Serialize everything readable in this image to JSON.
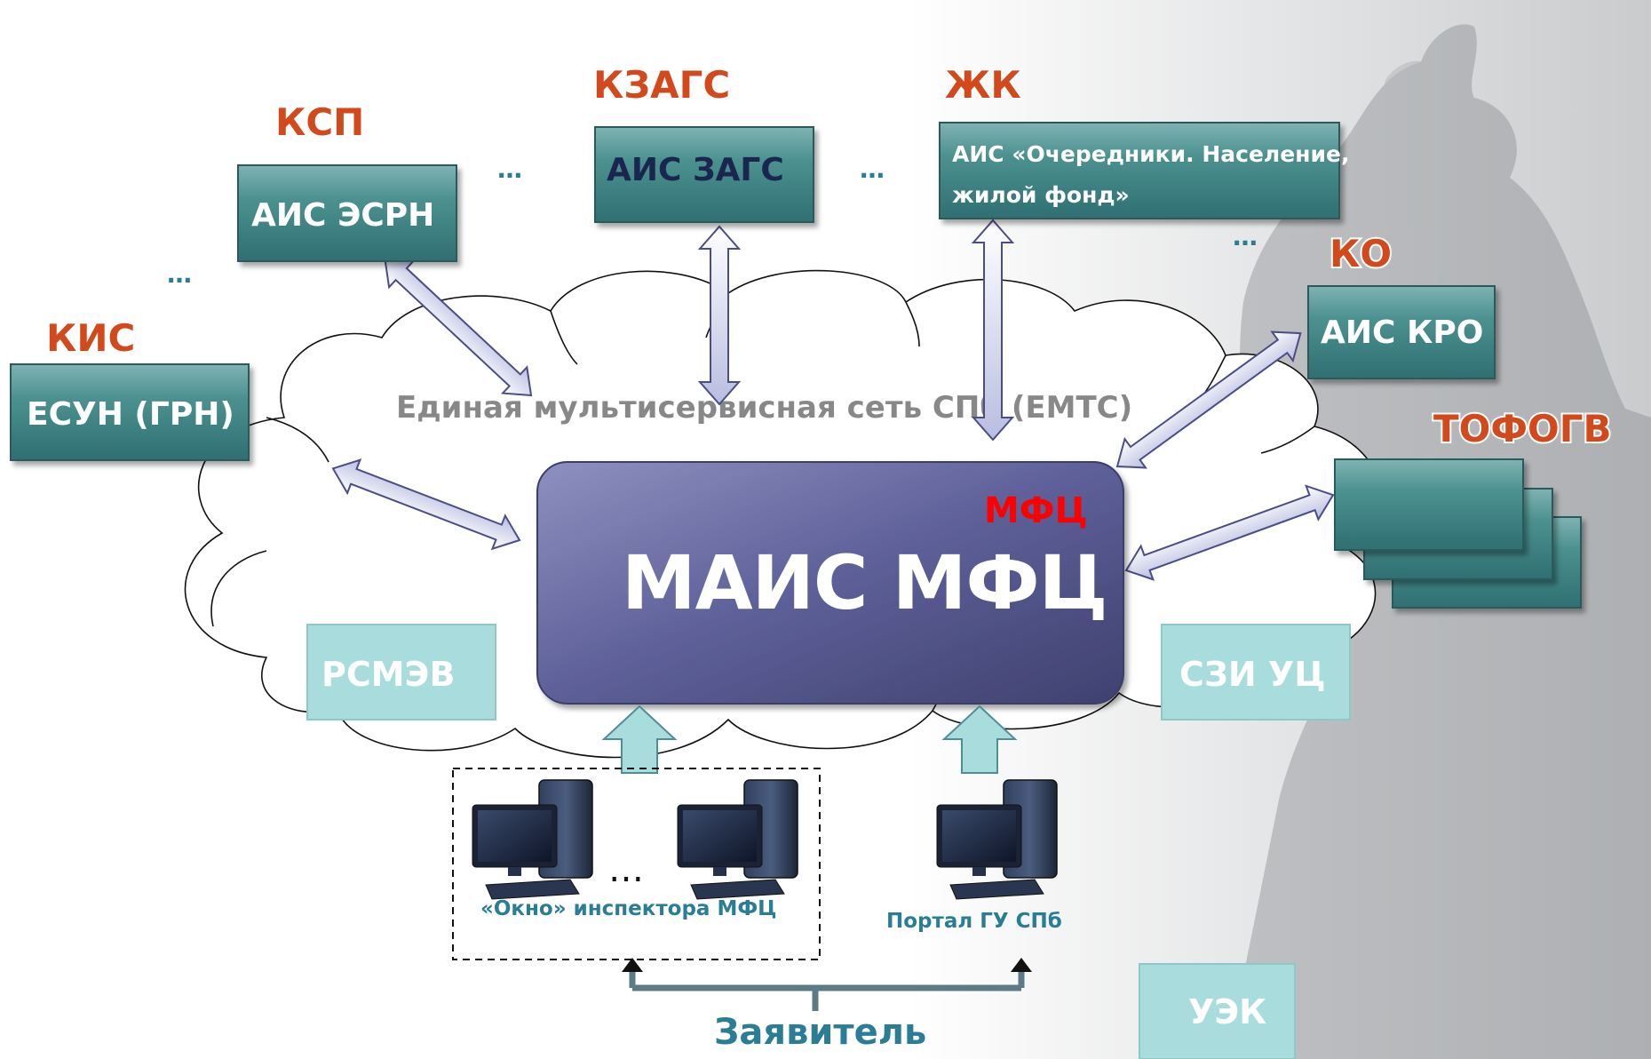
{
  "cloud": {
    "title": "Единая мультисервисная сеть СПб (ЕМТС)"
  },
  "center": {
    "title": "МАИС МФЦ",
    "tag": "МФЦ"
  },
  "systems": [
    {
      "org": "КСП",
      "name": "АИС ЭСРН"
    },
    {
      "org": "КЗАГС",
      "name": "АИС ЗАГС"
    },
    {
      "org": "ЖК",
      "name_line1": "АИС «Очередники. Население,",
      "name_line2": "жилой фонд»"
    },
    {
      "org": "КО",
      "name": "АИС КРО"
    },
    {
      "org": "КИС",
      "name": "ЕСУН (ГРН)"
    },
    {
      "org": "ТОФОГВ"
    }
  ],
  "ellipsis": "…",
  "services": {
    "left": "РСМЭВ",
    "right": "СЗИ УЦ",
    "bottom": "УЭК"
  },
  "access": {
    "window_label": "«Окно» инспектора МФЦ",
    "portal_label": "Портал ГУ СПб",
    "applicant": "Заявитель"
  },
  "colors": {
    "system_box": "#3f8a8c",
    "org_label": "#d2491c",
    "light_box": "#a9dcdc",
    "center_box": "#5b5d95",
    "label_blue": "#2a7d95"
  }
}
